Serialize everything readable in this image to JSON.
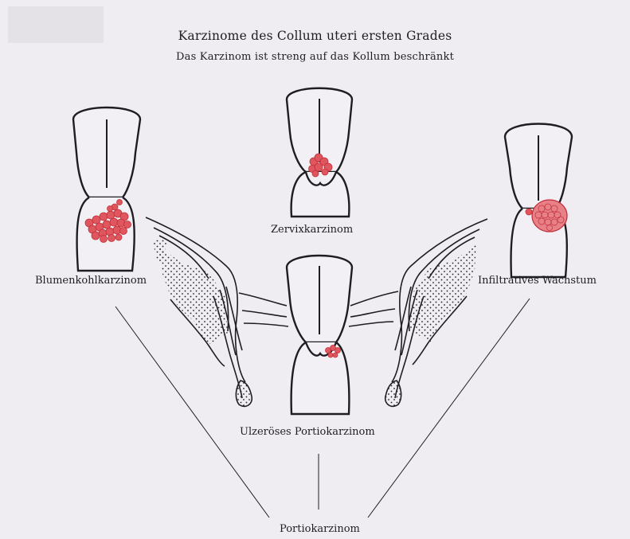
{
  "heading": {
    "title": "Karzinome des Collum uteri ersten Grades",
    "subtitle": "Das Karzinom ist streng auf das Kollum beschränkt"
  },
  "labels": {
    "zervix": "Zervixkarzinom",
    "blumenkohl": "Blumenkohlkarzinom",
    "infiltrativ": "Infiltratives Wachstum",
    "ulzeroes": "Ulzeröses Portiokarzinom",
    "portio": "Portiokarzinom"
  },
  "colors": {
    "ink": "#1e1e22",
    "lesion": "#e0565e",
    "paper": "#efedf1"
  }
}
